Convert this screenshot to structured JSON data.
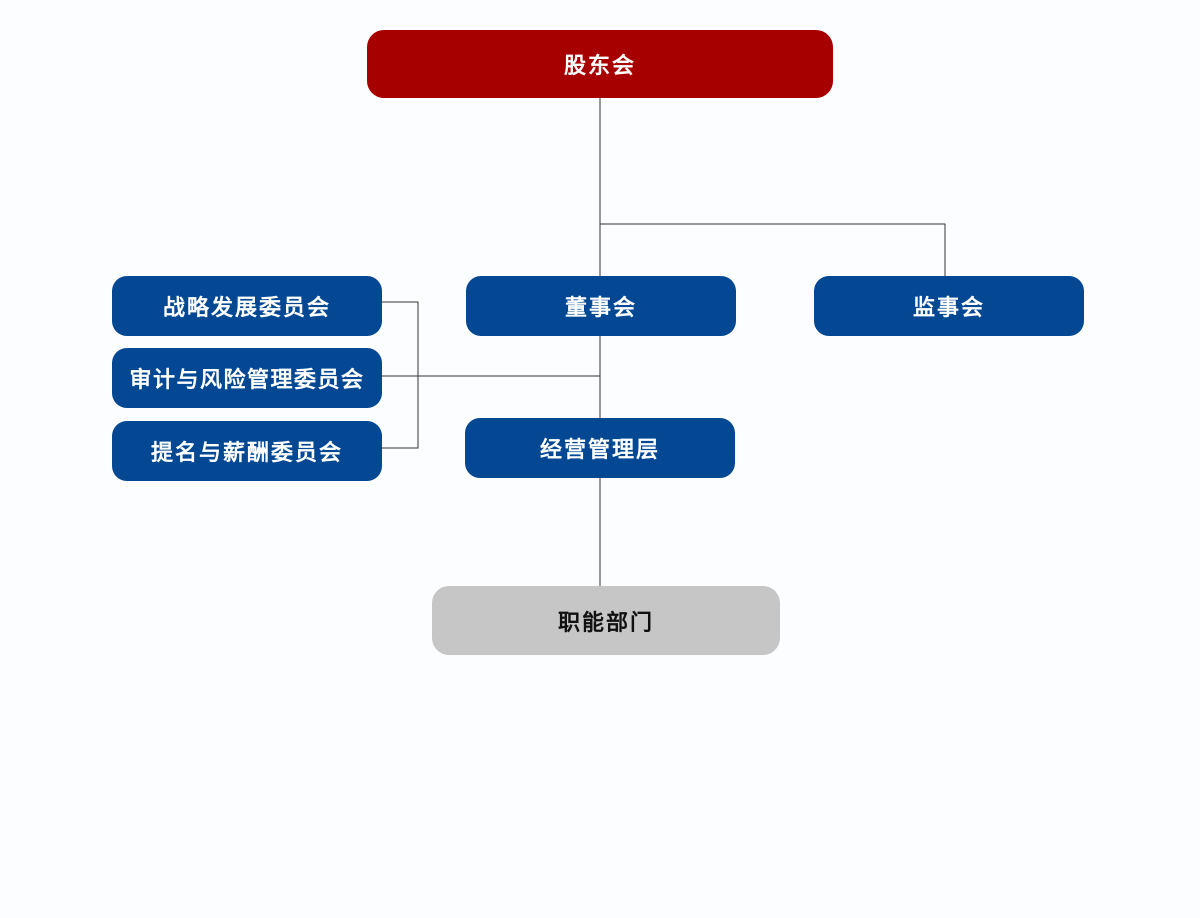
{
  "org_chart": {
    "nodes": {
      "shareholders": "股东会",
      "board": "董事会",
      "supervisors": "监事会",
      "strategy_committee": "战略发展委员会",
      "audit_committee": "审计与风险管理委员会",
      "nomination_committee": "提名与薪酬委员会",
      "management": "经营管理层",
      "departments": "职能部门"
    },
    "edges": [
      [
        "shareholders",
        "board"
      ],
      [
        "shareholders",
        "supervisors"
      ],
      [
        "board",
        "management"
      ],
      [
        "board",
        "strategy_committee"
      ],
      [
        "board",
        "audit_committee"
      ],
      [
        "board",
        "nomination_committee"
      ],
      [
        "management",
        "departments"
      ]
    ],
    "colors": {
      "top_node": "#a70000",
      "governance_node": "#044893",
      "department_node": "#c6c6c6",
      "connector": "#333333",
      "background": "#fcfdfe"
    }
  }
}
